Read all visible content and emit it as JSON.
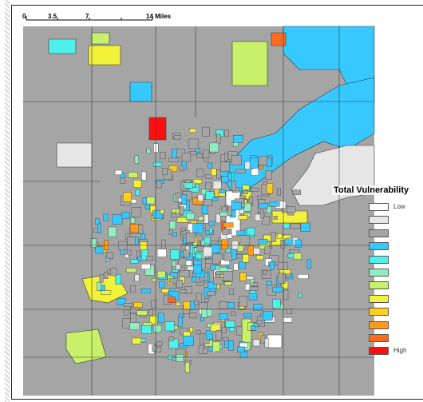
{
  "map": {
    "scale_bar": {
      "ticks": [
        "0",
        "3.5",
        "7",
        "14 Miles"
      ]
    },
    "legend": {
      "title": "Total Vulnerability",
      "classes": [
        {
          "color": "#ffffff",
          "label": "Low"
        },
        {
          "color": "#e6e6e6",
          "label": ""
        },
        {
          "color": "#a5a5a5",
          "label": ""
        },
        {
          "color": "#36c8ff",
          "label": ""
        },
        {
          "color": "#4ef0ec",
          "label": ""
        },
        {
          "color": "#8eeec0",
          "label": ""
        },
        {
          "color": "#c8f06a",
          "label": ""
        },
        {
          "color": "#f2f23a",
          "label": ""
        },
        {
          "color": "#ffcf1a",
          "label": ""
        },
        {
          "color": "#ff9a1a",
          "label": ""
        },
        {
          "color": "#ff6a1e",
          "label": ""
        },
        {
          "color": "#ff1010",
          "label": "High"
        }
      ]
    },
    "colors": {
      "base_gray": "#a5a5a5",
      "boundary": "#3a3a3a"
    }
  }
}
